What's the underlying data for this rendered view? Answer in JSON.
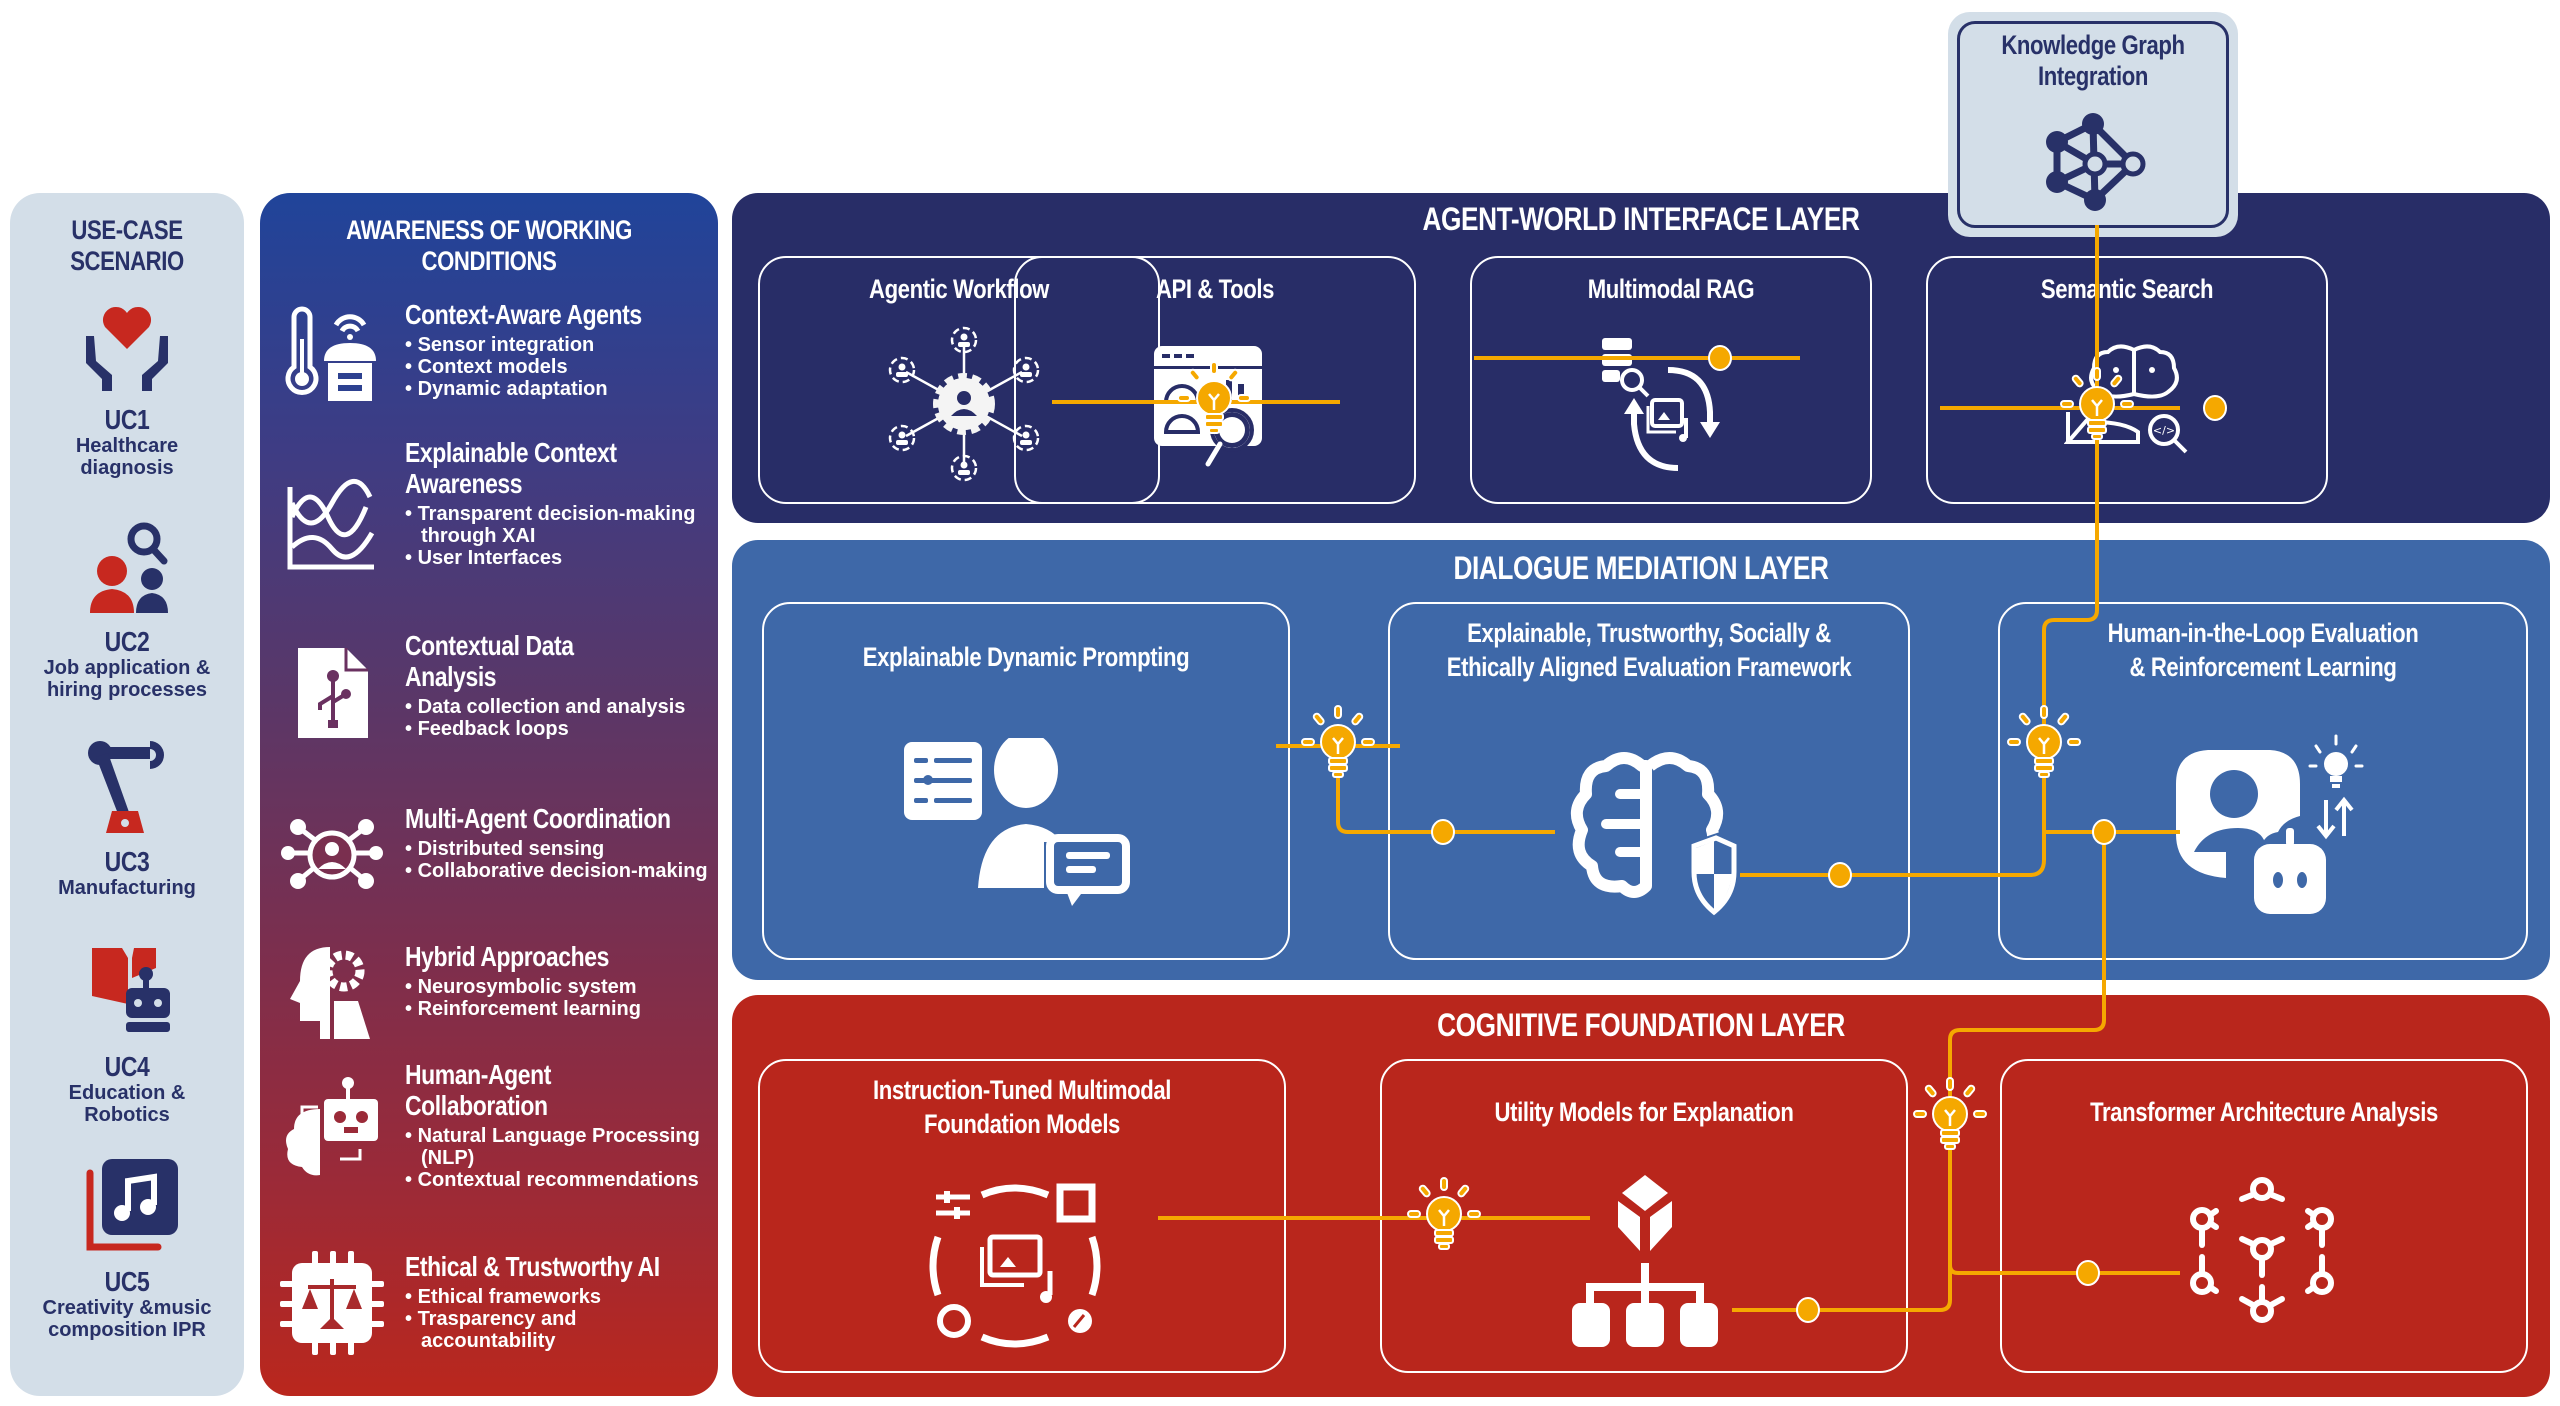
{
  "use_case_panel": {
    "title_line1": "USE-CASE",
    "title_line2": "SCENARIO",
    "items": [
      {
        "code": "UC1",
        "label_line1": "Healthcare",
        "label_line2": "diagnosis",
        "icon": "heart-hands-icon"
      },
      {
        "code": "UC2",
        "label_line1": "Job application &",
        "label_line2": "hiring processes",
        "icon": "person-search-icon"
      },
      {
        "code": "UC3",
        "label_line1": "Manufacturing",
        "label_line2": "",
        "icon": "robot-arm-icon"
      },
      {
        "code": "UC4",
        "label_line1": "Education &",
        "label_line2": "Robotics",
        "icon": "book-robot-icon"
      },
      {
        "code": "UC5",
        "label_line1": "Creativity &music",
        "label_line2": "composition IPR",
        "icon": "music-album-icon"
      }
    ]
  },
  "awareness_panel": {
    "title_line1": "AWARENESS OF WORKING",
    "title_line2": "CONDITIONS",
    "items": [
      {
        "heading": "Context-Aware Agents",
        "heading2": "",
        "bullets": [
          "Sensor integration",
          "Context models",
          "Dynamic adaptation"
        ],
        "icon": "thermometer-sensor-icon"
      },
      {
        "heading": "Explainable Context",
        "heading2": "Awareness",
        "bullets": [
          "Transparent decision-making through XAI",
          "User Interfaces"
        ],
        "icon": "wave-chart-icon"
      },
      {
        "heading": "Contextual Data",
        "heading2": "Analysis",
        "bullets": [
          "Data collection and analysis",
          "Feedback loops"
        ],
        "icon": "data-file-icon"
      },
      {
        "heading": "Multi-Agent Coordination",
        "heading2": "",
        "bullets": [
          "Distributed sensing",
          "Collaborative decision-making"
        ],
        "icon": "agent-network-icon"
      },
      {
        "heading": "Hybrid Approaches",
        "heading2": "",
        "bullets": [
          "Neurosymbolic system",
          "Reinforcement learning"
        ],
        "icon": "head-gear-icon"
      },
      {
        "heading": "Human-Agent",
        "heading2": "Collaboration",
        "bullets": [
          "Natural Language Processing  (NLP)",
          "Contextual recommendations"
        ],
        "icon": "robot-brain-icon"
      },
      {
        "heading": "Ethical & Trustworthy AI",
        "heading2": "",
        "bullets": [
          "Ethical frameworks",
          "Trasparency and accountability"
        ],
        "icon": "chip-scales-icon"
      }
    ]
  },
  "knowledge_graph": {
    "title_line1": "Knowledge Graph",
    "title_line2": "Integration",
    "icon": "graph-network-icon"
  },
  "layers": {
    "agent_world": {
      "title": "AGENT-WORLD INTERFACE LAYER",
      "color": "#282d67",
      "cards": [
        {
          "title": "Agentic Workflow",
          "icon": "agent-gear-network-icon"
        },
        {
          "title": "API & Tools",
          "icon": "dashboard-search-icon"
        },
        {
          "title": "Multimodal RAG",
          "icon": "database-cycle-icon"
        },
        {
          "title": "Semantic Search",
          "icon": "brain-code-search-icon"
        }
      ]
    },
    "dialogue": {
      "title": "DIALOGUE MEDIATION LAYER",
      "color": "#3e68a8",
      "cards": [
        {
          "title_line1": "Explainable Dynamic Prompting",
          "title_line2": "",
          "icon": "prompt-user-chat-icon"
        },
        {
          "title_line1": "Explainable, Trustworthy, Socially &",
          "title_line2": "Ethically Aligned Evaluation Framework",
          "icon": "brain-shield-icon"
        },
        {
          "title_line1": "Human-in-the-Loop Evaluation",
          "title_line2": "& Reinforcement Learning",
          "icon": "human-robot-feedback-icon"
        }
      ]
    },
    "cognitive": {
      "title": "COGNITIVE FOUNDATION LAYER",
      "color": "#b9261c",
      "cards": [
        {
          "title_line1": "Instruction-Tuned Multimodal",
          "title_line2": "Foundation Models",
          "icon": "multimodal-cycle-icon"
        },
        {
          "title_line1": "Utility Models for Explanation",
          "title_line2": "",
          "icon": "cube-hierarchy-icon"
        },
        {
          "title_line1": "Transformer Architecture Analysis",
          "title_line2": "",
          "icon": "transformer-nodes-icon"
        }
      ]
    }
  },
  "colors": {
    "connector": "#f5a800",
    "navy": "#283168",
    "panel_light": "#d3dee8"
  }
}
